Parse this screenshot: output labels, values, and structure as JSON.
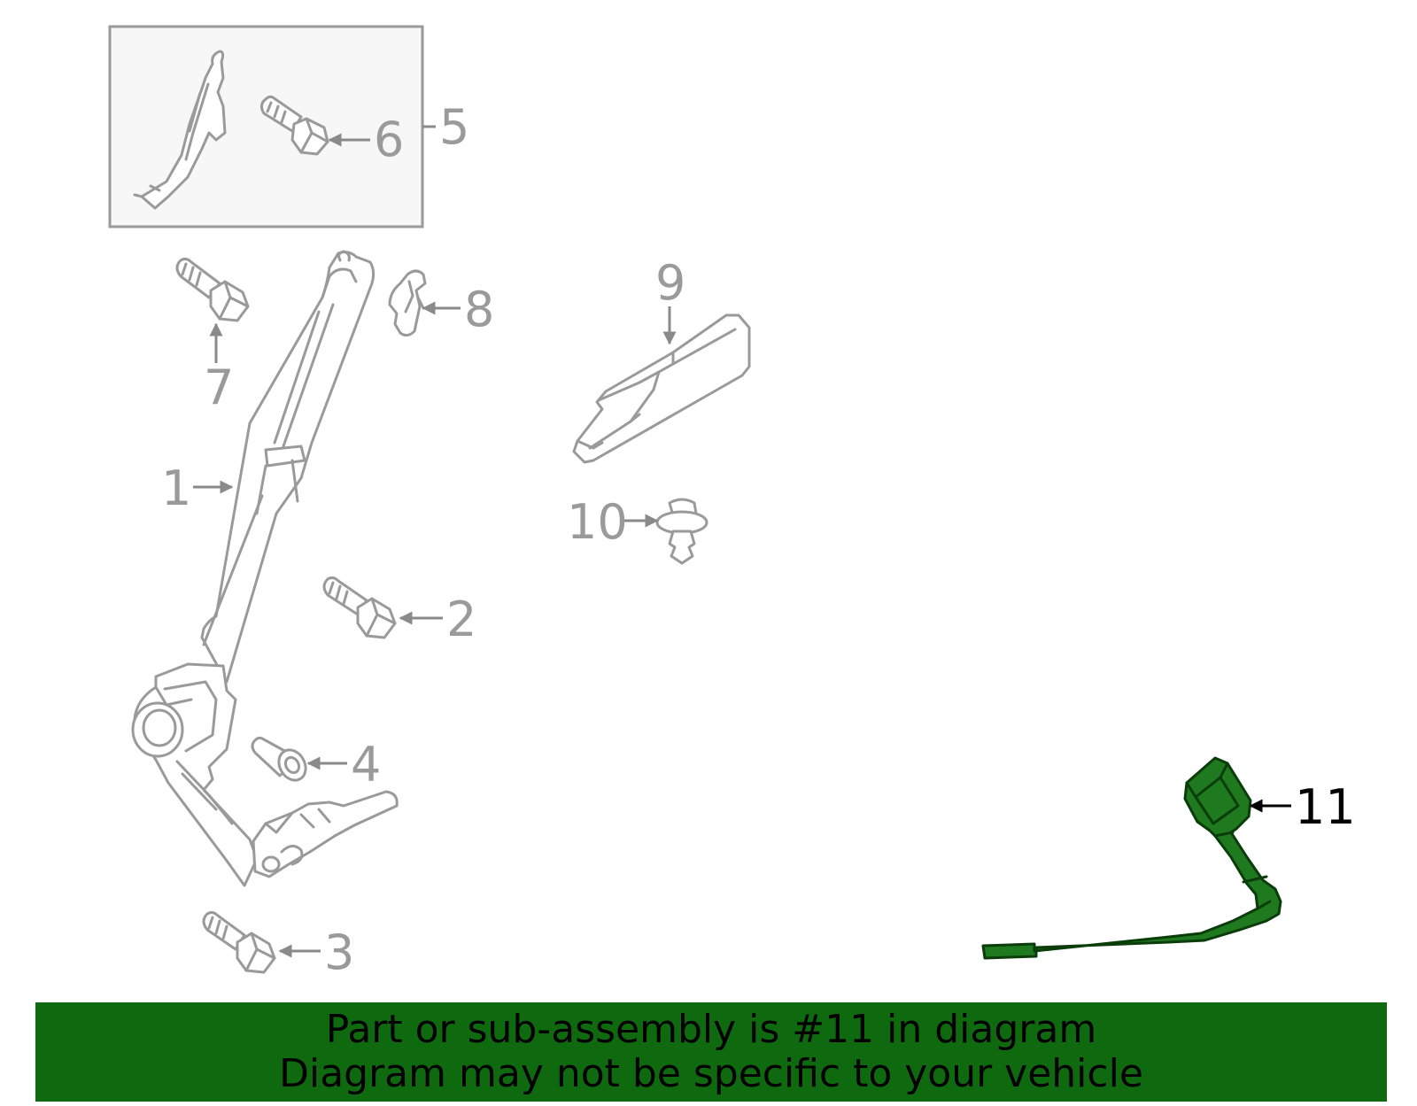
{
  "diagram": {
    "highlight_color": "#1f7a1f",
    "part_color": "#9a9a9a",
    "callouts": {
      "c1": "1",
      "c2": "2",
      "c3": "3",
      "c4": "4",
      "c5": "5",
      "c6": "6",
      "c7": "7",
      "c8": "8",
      "c9": "9",
      "c10": "10",
      "c11": "11"
    }
  },
  "banner": {
    "background": "#0f6a0f",
    "line1": "Part or sub-assembly is #11 in diagram",
    "line2": "Diagram may not be specific to your vehicle"
  }
}
